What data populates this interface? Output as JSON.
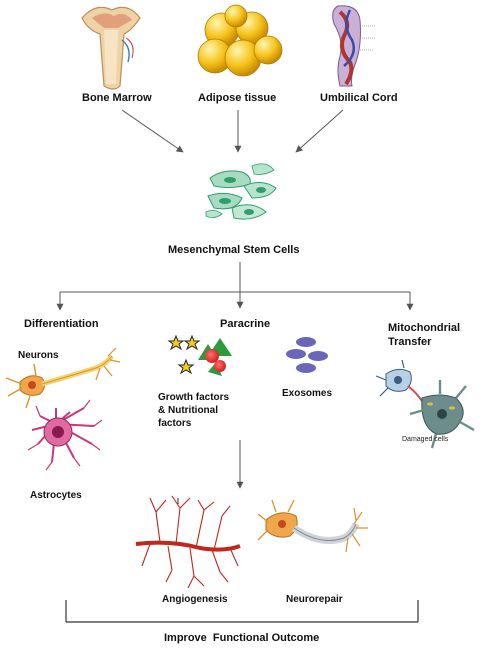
{
  "sources": [
    {
      "label": "Bone Marrow"
    },
    {
      "label": "Adipose tissue"
    },
    {
      "label": "Umbilical Cord"
    }
  ],
  "center": {
    "label": "Mesenchymal Stem Cells"
  },
  "mechanisms": {
    "differentiation": {
      "title": "Differentiation",
      "neurons": "Neurons",
      "astrocytes": "Astrocytes"
    },
    "paracrine": {
      "title": "Paracrine",
      "growth_line1": "Growth factors",
      "growth_line2": "& Nutritional",
      "growth_line3": "factors",
      "exosomes": "Exosomes"
    },
    "mitochondrial": {
      "title_line1": "Mitochondrial",
      "title_line2": "Transfer",
      "damaged": "Damaged cells"
    }
  },
  "outcomes": {
    "angiogenesis": "Angiogenesis",
    "neurorepair": "Neurorepair",
    "final": "Improve  Functional Outcome"
  },
  "colors": {
    "arrow": "#555555",
    "bone": "#e8c79a",
    "fat": "#f5c21a",
    "cord_blood": "#b1342f",
    "msc_green": "#2e9e6e",
    "star": "#f1d21a",
    "exosome": "#6b66b8",
    "neuron_orange": "#e0912f",
    "astrocyte": "#c43a7a",
    "vessel": "#c0281c",
    "mito_teal": "#6c8d8c"
  }
}
